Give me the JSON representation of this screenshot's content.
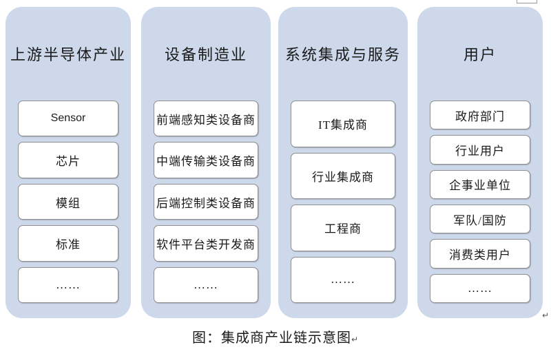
{
  "colors": {
    "panel_bg": "#cdd8eb",
    "box_border": "#8f8f8f",
    "box_bg": "#ffffff",
    "text": "#1a1a1a",
    "mark": "#555555"
  },
  "columns": [
    {
      "title": "上游半导体产业",
      "items": [
        "Sensor",
        "芯片",
        "模组",
        "标准",
        "……"
      ]
    },
    {
      "title": "设备制造业",
      "items": [
        "前端感知类设备商",
        "中端传输类设备商",
        "后端控制类设备商",
        "软件平台类开发商",
        "……"
      ]
    },
    {
      "title": "系统集成与服务",
      "items": [
        "IT集成商",
        "行业集成商",
        "工程商",
        "……"
      ]
    },
    {
      "title": "用户",
      "items": [
        "政府部门",
        "行业用户",
        "企事业单位",
        "军队/国防",
        "消费类用户",
        "……"
      ]
    }
  ],
  "marks": {
    "after_panels": "↵"
  },
  "caption": {
    "text": "图：集成商产业链示意图",
    "paragraph_mark": "↵"
  }
}
